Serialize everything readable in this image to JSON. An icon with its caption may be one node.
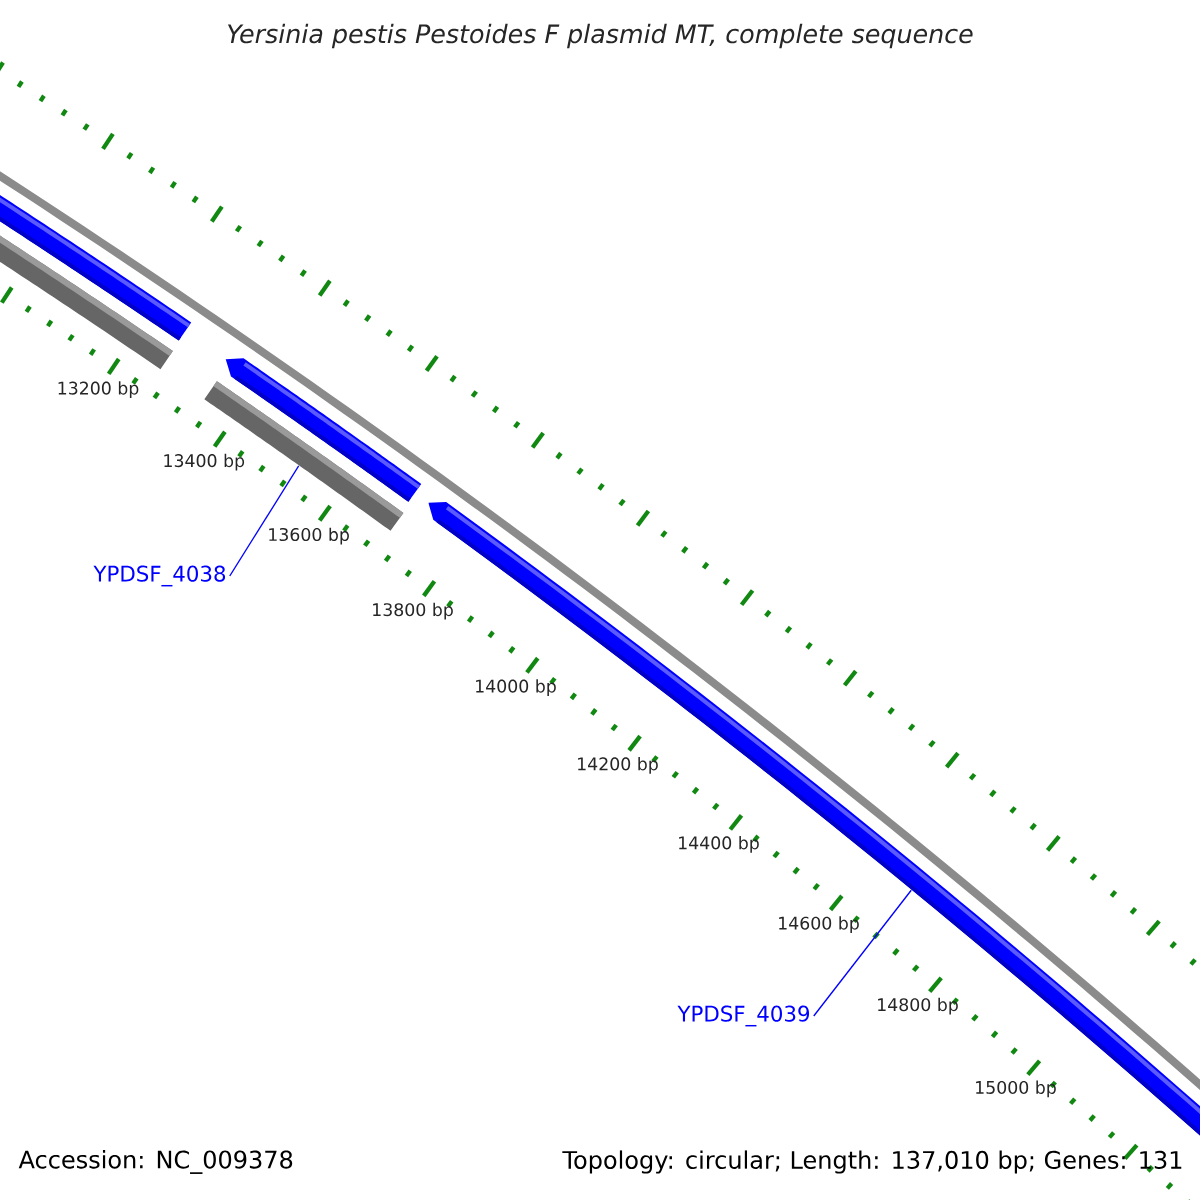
{
  "diagram": {
    "title": "Yersinia pestis Pestoides F plasmid MT, complete sequence",
    "nodes": [
      {
        "text": [],
        "shape": "bar"
      },
      {
        "text": [],
        "shape": "bar"
      },
      {
        "text": [],
        "shape": "bar"
      },
      {
        "text": [],
        "shape": "bar"
      },
      {
        "text": [
          "YPDSF_4038"
        ]
      },
      {
        "text": [],
        "shape": "bar"
      },
      {
        "text": [
          "YPDSF_4039"
        ]
      }
    ],
    "edges": [
      {
        "from": 4,
        "to": 3,
        "arrow": "none"
      },
      {
        "from": 6,
        "to": 5,
        "arrow": "none"
      }
    ],
    "labels": [
      "13200 bp",
      "13400 bp",
      "13600 bp",
      "13800 bp",
      "14000 bp",
      "14200 bp",
      "14400 bp",
      "14600 bp",
      "14800 bp",
      "15000 bp",
      "Accession: NC_009378",
      "Topology: circular; Length: 137,010 bp; Genes: 131"
    ]
  }
}
